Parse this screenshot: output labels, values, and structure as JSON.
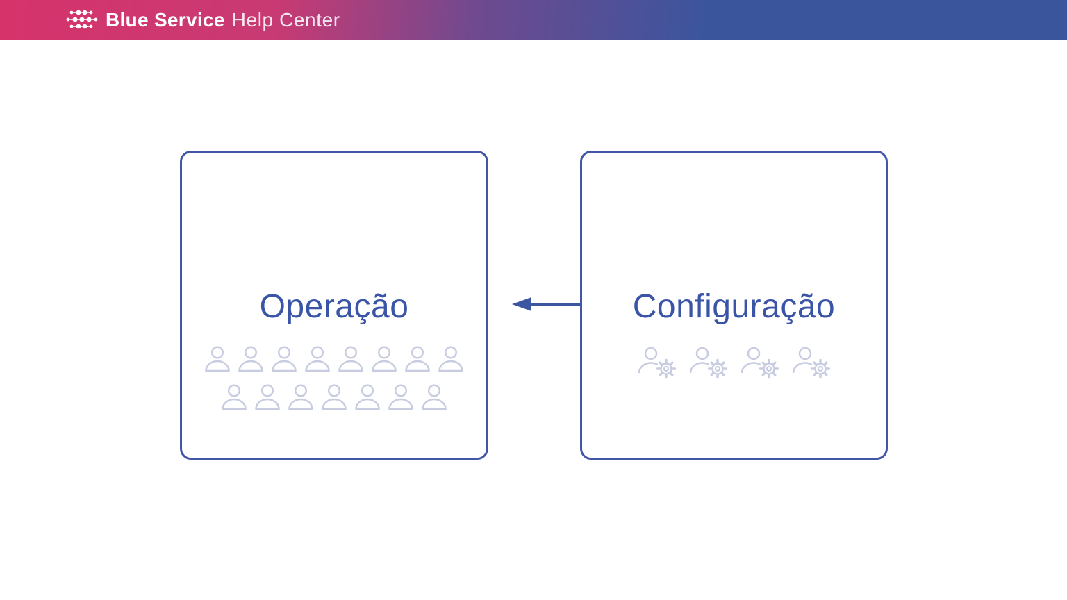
{
  "header": {
    "logo_icon": "dots-wave-logo-icon",
    "brand": "Blue Service",
    "product": "Help Center"
  },
  "boxes": {
    "operation": {
      "title": "Operação",
      "icon": "person-icon",
      "icon_rows": [
        8,
        7
      ]
    },
    "configuration": {
      "title": "Configuração",
      "icon": "person-gear-icon",
      "icon_count": 4
    }
  },
  "arrow": {
    "direction": "left",
    "from": "configuration",
    "to": "operation"
  },
  "colors": {
    "header_gradient_start": "#d6336b",
    "header_gradient_mid": "#6e4a90",
    "header_gradient_end": "#3b559d",
    "box_border": "#4156a6",
    "title_text": "#3a55a8",
    "icon_muted": "#c7cce0",
    "arrow": "#3d56a2",
    "background": "#ffffff"
  }
}
